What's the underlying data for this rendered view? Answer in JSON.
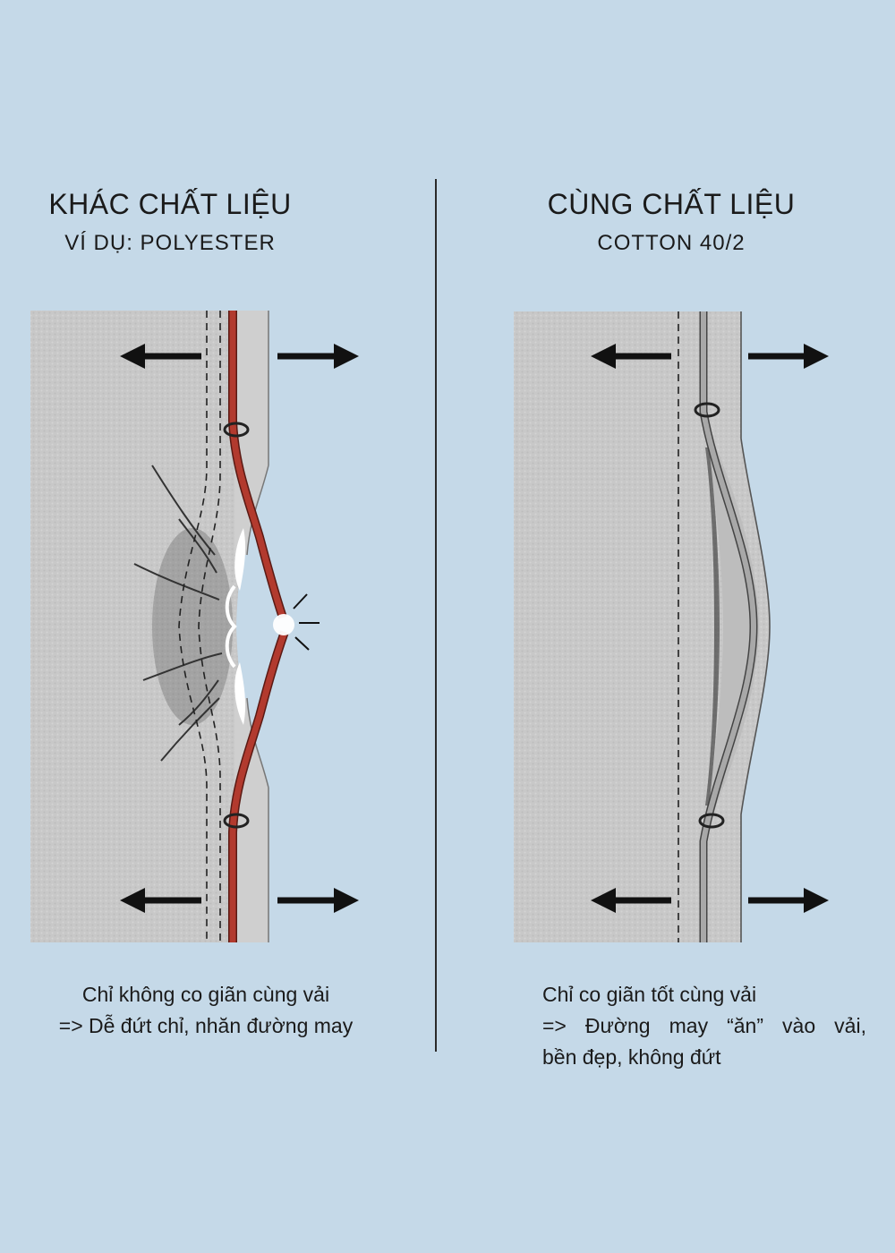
{
  "left": {
    "title": "KHÁC CHẤT LIỆU",
    "subtitle": "VÍ DỤ: POLYESTER",
    "caption_line1": "Chỉ không co giãn cùng vải",
    "caption_line2": "=> Dễ đứt chỉ, nhăn đường may",
    "thread_color": "#b23a2e"
  },
  "right": {
    "title": "CÙNG CHẤT LIỆU",
    "subtitle": "COTTON 40/2",
    "caption_line1": "Chỉ co giãn tốt cùng vải",
    "caption_line2_words": [
      "=>",
      "Đường",
      "may",
      "“ăn”",
      "vào",
      "vải,"
    ],
    "caption_line3": "bền đẹp, không đứt",
    "thread_color": "#a8a8a8"
  },
  "colors": {
    "background": "#c5d9e8",
    "fabric": "#c9c9c9",
    "arrow": "#111111"
  }
}
